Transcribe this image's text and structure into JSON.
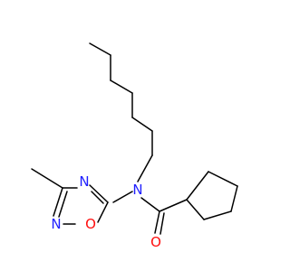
{
  "structure": {
    "colors": {
      "bond": "#000000",
      "nitrogen": "#1f1fff",
      "oxygen": "#ff0d0d",
      "carbon": "#000000"
    },
    "atoms": {
      "n_amide": "N",
      "n_ring_upper": "N",
      "n_ring_lower": "N",
      "o_ring": "O",
      "o_carbonyl": "O"
    }
  }
}
